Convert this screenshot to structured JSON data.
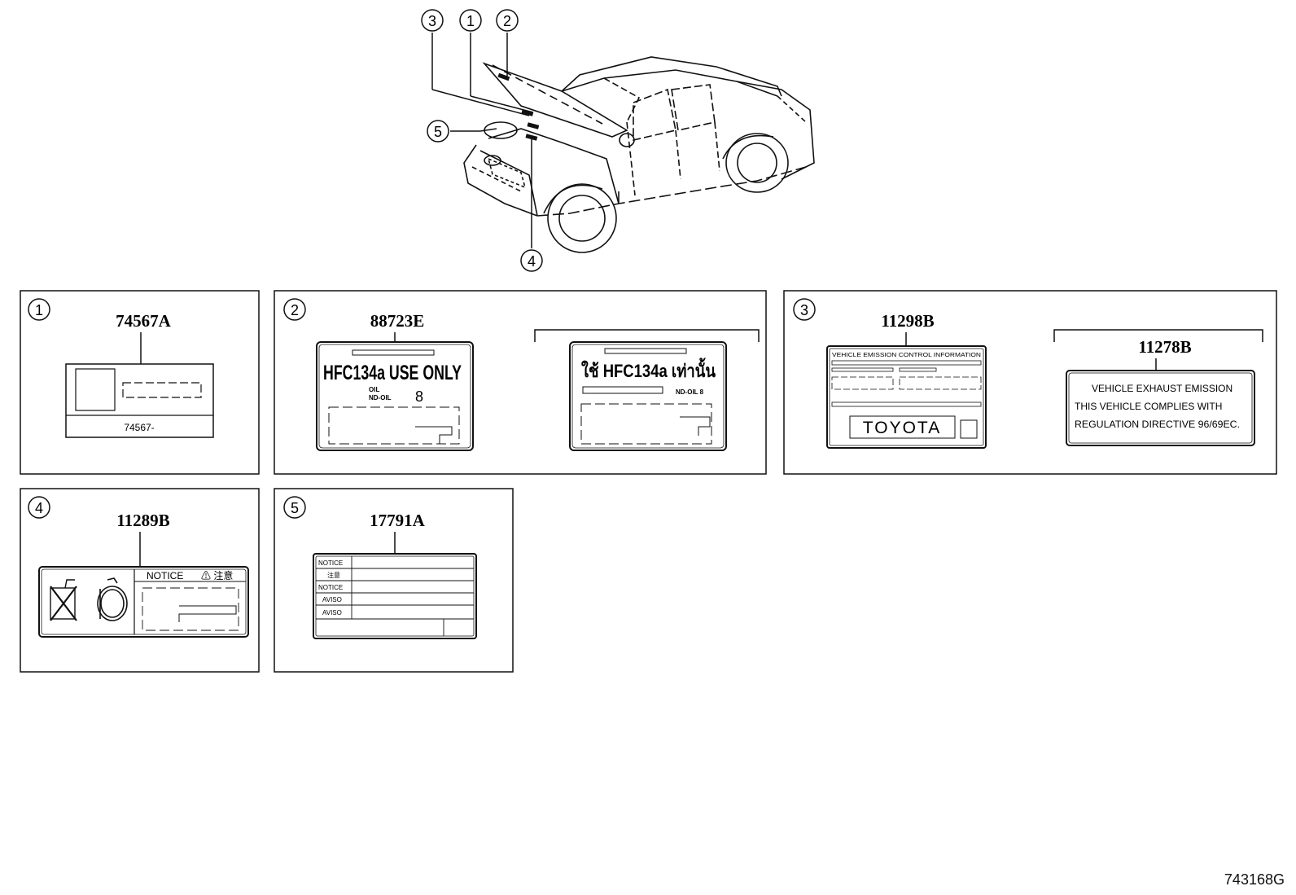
{
  "diagram": {
    "callouts": [
      "3",
      "1",
      "2",
      "5",
      "4"
    ],
    "panels": [
      {
        "index": "1",
        "part_number": "74567A",
        "label_text": "74567-"
      },
      {
        "index": "2",
        "part_number": "88723E",
        "label_main": "HFC134a USE ONLY",
        "oil_line1": "OIL",
        "oil_line2": "ND-OIL",
        "oil_num": "8",
        "alt_label_main": "ใช้ HFC134a เท่านั้น",
        "alt_oil": "ND-OIL 8"
      },
      {
        "index": "3",
        "part_number": "11298B",
        "label_header": "VEHICLE EMISSION CONTROL INFORMATION",
        "brand": "TOYOTA",
        "alt_part_number": "11278B",
        "alt_lines": [
          "VEHICLE EXHAUST EMISSION",
          "THIS VEHICLE COMPLIES WITH",
          "REGULATION DIRECTIVE 96/69EC."
        ]
      },
      {
        "index": "4",
        "part_number": "11289B",
        "notice": "NOTICE",
        "notice_jp": "⚠ 注意"
      },
      {
        "index": "5",
        "part_number": "17791A",
        "rows": [
          "NOTICE",
          "注意",
          "NOTICE",
          "AVISO",
          "AVISO"
        ]
      }
    ],
    "reference_code": "743168G"
  }
}
